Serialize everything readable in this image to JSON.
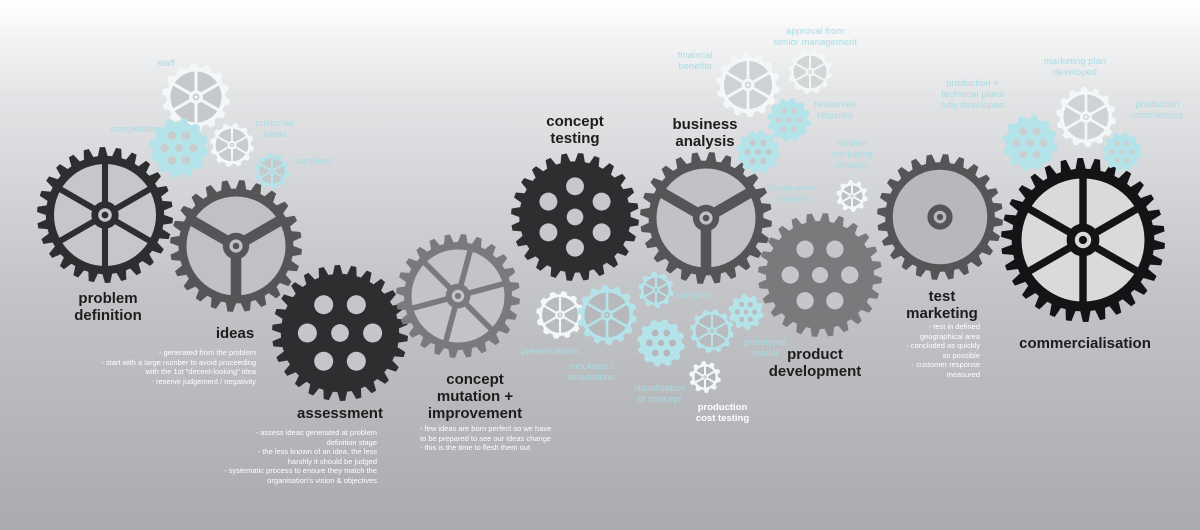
{
  "stages": [
    {
      "id": "problem-definition",
      "title": [
        "problem",
        "definition"
      ],
      "notes": []
    },
    {
      "id": "ideas",
      "title": [
        "ideas"
      ],
      "notes": [
        "- generated from the problem",
        "- start with a large number to avoid proceeding",
        "with the 1st \"decent-looking\" idea",
        "- reserve judgement / negativity"
      ]
    },
    {
      "id": "assessment",
      "title": [
        "assessment"
      ],
      "notes": [
        "- assess ideas generated at problem",
        "definition stage",
        "- the less known of an idea, the less",
        "harshly it should be judged",
        "- systematic process to ensure they match the",
        "organisation's vision & objectives"
      ]
    },
    {
      "id": "concept-mutation",
      "title": [
        "concept",
        "mutation +",
        "improvement"
      ],
      "notes": [
        "- few ideas are born perfect so we have",
        "to be prepared to see our ideas change",
        "- this is the time to flesh them out"
      ]
    },
    {
      "id": "concept-testing",
      "title": [
        "concept",
        "testing"
      ],
      "notes": []
    },
    {
      "id": "business-analysis",
      "title": [
        "business",
        "analysis"
      ],
      "notes": []
    },
    {
      "id": "product-development",
      "title": [
        "product",
        "development"
      ],
      "notes": []
    },
    {
      "id": "test-marketing",
      "title": [
        "test",
        "marketing"
      ],
      "notes": [
        "- test in defined",
        "geographical area",
        "- concluded as quickly",
        "as possible",
        "- customer response",
        "measured"
      ]
    },
    {
      "id": "commercialisation",
      "title": [
        "commercialisation"
      ],
      "notes": []
    }
  ],
  "sub_labels": {
    "staff": [
      "staff"
    ],
    "customer_ideas": [
      "customer",
      "ideas"
    ],
    "competition": [
      "competition"
    ],
    "suppliers": [
      "suppliers"
    ],
    "financial_benefits": [
      "financial",
      "benefits"
    ],
    "approval": [
      "approval from",
      "senior management"
    ],
    "resources": [
      "resources",
      "required"
    ],
    "outline_marketing": [
      "outline",
      "marketing",
      "strategy"
    ],
    "break_even": [
      "break-even",
      "analysis"
    ],
    "production_plans": [
      "production +",
      "technical plans",
      "fully developed"
    ],
    "marketing_plan": [
      "marketing plan",
      "developed"
    ],
    "production_commences": [
      "production",
      "commences"
    ],
    "presentations": [
      "presentations"
    ],
    "samples": [
      "samples"
    ],
    "mockups": [
      "mockups /",
      "simulations"
    ],
    "visualisation": [
      "visualisation",
      "of concept"
    ],
    "prototype": [
      "prototype/",
      "model"
    ],
    "production_cost": [
      "production",
      "cost testing"
    ]
  },
  "colors": {
    "dark_gear": "#2e2e30",
    "mid_gear": "#555557",
    "light_gear": "#7a7a7d",
    "blue_gear": "#b5e3ea",
    "white_gear": "#f4f7f8",
    "sub_text": "#a8dde4",
    "note_text": "#ffffff"
  }
}
